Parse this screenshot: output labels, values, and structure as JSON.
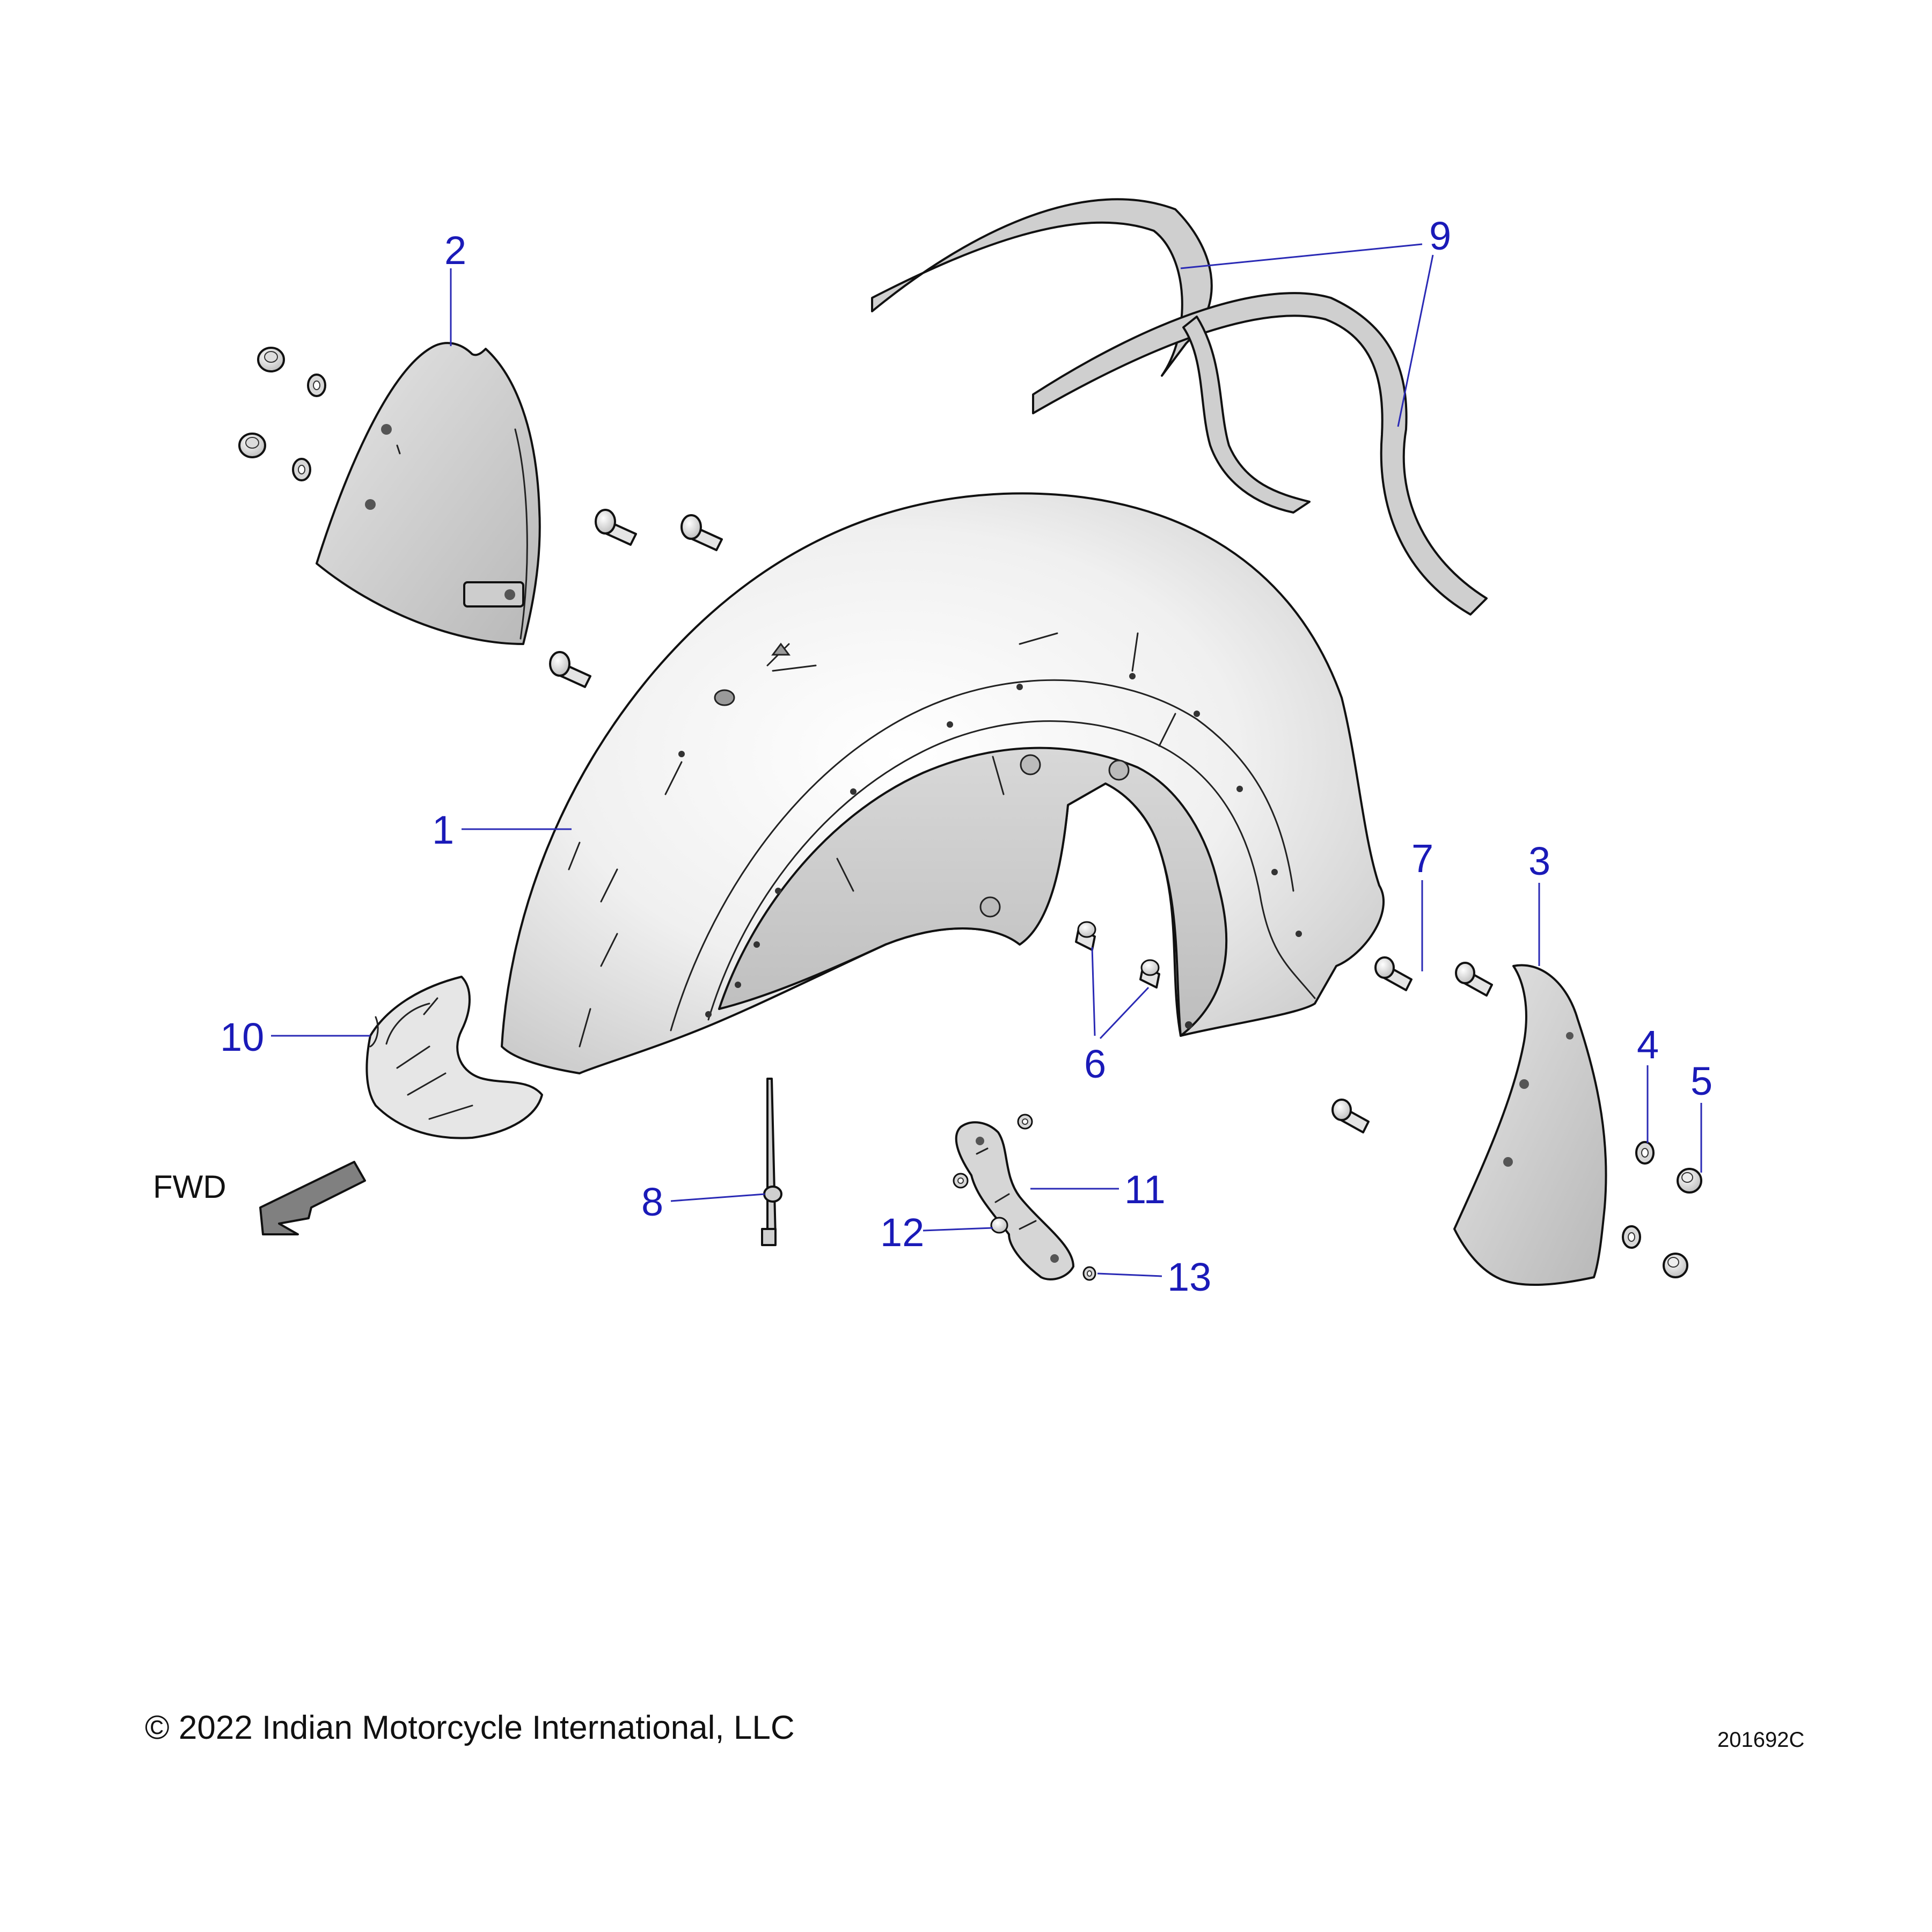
{
  "callouts": {
    "c1": "1",
    "c2": "2",
    "c3": "3",
    "c4": "4",
    "c5": "5",
    "c6": "6",
    "c7": "7",
    "c8": "8",
    "c9": "9",
    "c10": "10",
    "c11": "11",
    "c12": "12",
    "c13": "13"
  },
  "direction_label": "FWD",
  "copyright": "© 2022 Indian Motorcycle International, LLC",
  "diagram_id": "201692C",
  "colors": {
    "callout": "#1a1ab8",
    "part_fill": "#cdcdcd",
    "fender_light": "#fafafa",
    "fender_shadow": "#c4c4c4",
    "arrow": "#808080"
  }
}
